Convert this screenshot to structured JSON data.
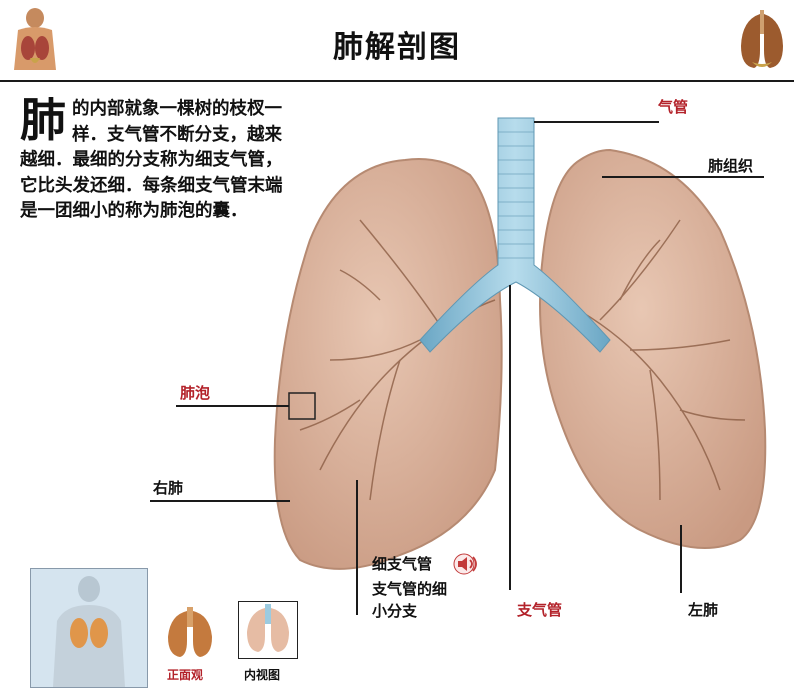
{
  "header": {
    "title": "肺解剖图"
  },
  "intro": {
    "lead_char": "肺",
    "body": "的内部就象一棵树的枝杈一样．支气管不断分支，越来越细．最细的分支称为细支气管，它比头发还细．每条细支气管末端是一团细小的称为肺泡的囊．"
  },
  "labels": {
    "trachea": "气管",
    "lung_tissue": "肺组织",
    "alveoli": "肺泡",
    "right_lung": "右肺",
    "bronchiole_line1": "细支气管",
    "bronchiole_line2": "支气管的细",
    "bronchiole_line3": "小分支",
    "bronchus": "支气管",
    "left_lung": "左肺"
  },
  "thumbnails": {
    "front_view": "正面观",
    "inner_view": "内视图"
  },
  "colors": {
    "accent_red": "#b3222a",
    "lung": "#d9b39c",
    "trachea": "#8fc3dc"
  }
}
